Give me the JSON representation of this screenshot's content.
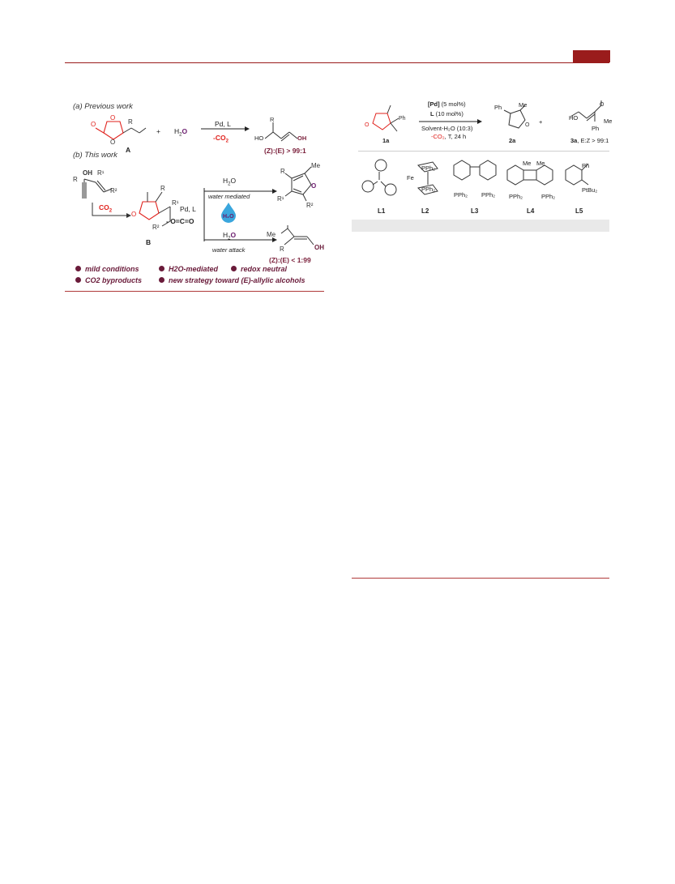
{
  "left_scheme": {
    "section_a": "(a) Previous work",
    "section_b": "(b) This work",
    "compound_A": "A",
    "compound_B": "B",
    "plus": "+",
    "water": "H",
    "water_sub": "2",
    "water_O": "O",
    "cond_a_top": "Pd, L",
    "cond_a_bottom": "-CO",
    "cond_a_bottom_sub": "2",
    "ratio_a": "(Z):(E) > 99:1",
    "co2_label": "CO",
    "co2_sub": "2",
    "cond_b": "Pd, L",
    "co2_release": "- O=C=O",
    "path_top_reagent": "H",
    "path_top_reagent_sub": "2",
    "path_top_reagent_O": "O",
    "path_top_label": "water mediated",
    "path_bottom_reagent": "H",
    "path_bottom_reagent_sub": "2",
    "path_bottom_reagent_O": "O",
    "path_bottom_label": "water attack",
    "ratio_b": "(Z):(E) < 1:99",
    "bullets": [
      "mild conditions",
      "H2O-mediated",
      "redox neutral",
      "CO2 byproducts",
      "new strategy toward (E)-allylic alcohols"
    ]
  },
  "right_scheme": {
    "reagent_1": "[Pd]",
    "reagent_1_rest": " (5 mol%)",
    "reagent_2": "L",
    "reagent_2_rest": " (10 mol%)",
    "solvent": "Solvent-H₂O (10:3)",
    "cond_bottom_red": "-CO₂",
    "cond_bottom_rest": ", T, 24 h",
    "plus": "+",
    "label_1a": "1a",
    "label_2a": "2a",
    "label_3a": "3a",
    "label_3a_rest": ", E:Z > 99:1",
    "ligands": [
      "L1",
      "L2",
      "L3",
      "L4",
      "L5"
    ],
    "groups": {
      "ph": "Ph",
      "me": "Me",
      "ho": "HO",
      "pph2": "PPh₂",
      "fe": "Fe",
      "ptbu2": "PtBu₂"
    }
  },
  "colors": {
    "accent": "#9a1c1c",
    "carbonate_red": "#e0201b",
    "water_purple": "#6a1b6d",
    "bullet": "#6a1b3a"
  }
}
